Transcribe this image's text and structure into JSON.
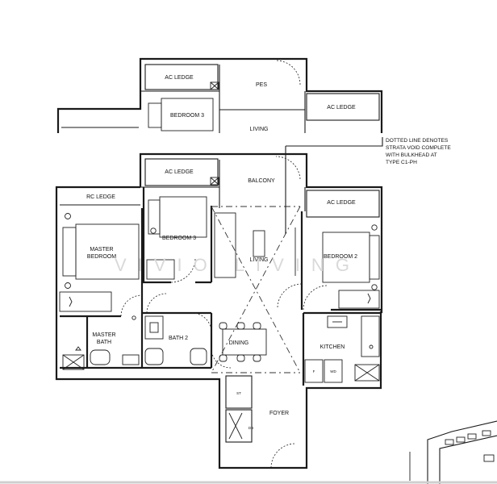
{
  "rooms": {
    "ac_ledge_upper_left": "AC LEDGE",
    "pes": "PES",
    "ac_ledge_upper_right": "AC LEDGE",
    "bedroom3_upper": "BEDROOM 3",
    "living_upper": "LIVING",
    "ac_ledge_left": "AC LEDGE",
    "balcony": "BALCONY",
    "rc_ledge": "RC LEDGE",
    "ac_ledge_right": "AC LEDGE",
    "master_bedroom_line1": "MASTER",
    "master_bedroom_line2": "BEDROOM",
    "bedroom3": "BEDROOM 3",
    "living": "LIVING",
    "bedroom2": "BEDROOM 2",
    "master_bath_line1": "MASTER",
    "master_bath_line2": "BATH",
    "bath2": "BATH 2",
    "dining": "DINING",
    "kitchen": "KITCHEN",
    "foyer": "FOYER"
  },
  "fixture_labels": {
    "st": "ST",
    "db": "DB",
    "fridge": "F",
    "washer": "WD"
  },
  "note": {
    "line1": "DOTTED LINE DENOTES",
    "line2": "STRATA VOID COMPLETE",
    "line3": "WITH BULKHEAD AT",
    "line4": "TYPE C1-PH"
  },
  "watermark": "VIVIO LIVING"
}
